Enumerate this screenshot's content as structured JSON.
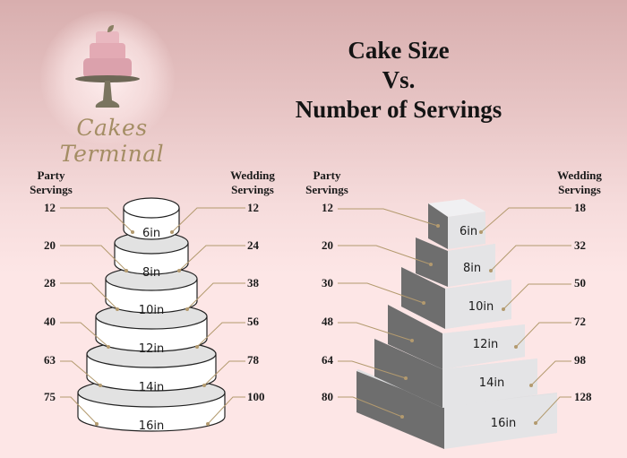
{
  "title": {
    "line1": "Cake Size",
    "line2": "Vs.",
    "line3": "Number of Servings"
  },
  "brand": {
    "name": "Cakes Terminal",
    "accent_color": "#a48d64"
  },
  "colors": {
    "leader_line": "#b39a6e",
    "cake_fill": "#ffffff",
    "cake_top": "#e2e2e2",
    "square_front": "#e4e4e6",
    "square_side": "#6e6e6e"
  },
  "round": {
    "left_header": [
      "Party",
      "Servings"
    ],
    "right_header": [
      "Wedding",
      "Servings"
    ],
    "tiers": [
      {
        "size": "6in",
        "party": "12",
        "wedding": "12"
      },
      {
        "size": "8in",
        "party": "20",
        "wedding": "24"
      },
      {
        "size": "10in",
        "party": "28",
        "wedding": "38"
      },
      {
        "size": "12in",
        "party": "40",
        "wedding": "56"
      },
      {
        "size": "14in",
        "party": "63",
        "wedding": "78"
      },
      {
        "size": "16in",
        "party": "75",
        "wedding": "100"
      }
    ]
  },
  "square": {
    "left_header": [
      "Party",
      "Servings"
    ],
    "right_header": [
      "Wedding",
      "Servings"
    ],
    "tiers": [
      {
        "size": "6in",
        "party": "12",
        "wedding": "18"
      },
      {
        "size": "8in",
        "party": "20",
        "wedding": "32"
      },
      {
        "size": "10in",
        "party": "30",
        "wedding": "50"
      },
      {
        "size": "12in",
        "party": "48",
        "wedding": "72"
      },
      {
        "size": "14in",
        "party": "64",
        "wedding": "98"
      },
      {
        "size": "16in",
        "party": "80",
        "wedding": "128"
      }
    ]
  },
  "chart_data": [
    {
      "type": "table",
      "title": "Round Cake Size Vs. Number of Servings",
      "categories": [
        "6in",
        "8in",
        "10in",
        "12in",
        "14in",
        "16in"
      ],
      "series": [
        {
          "name": "Party Servings",
          "values": [
            12,
            20,
            28,
            40,
            63,
            75
          ]
        },
        {
          "name": "Wedding Servings",
          "values": [
            12,
            24,
            38,
            56,
            78,
            100
          ]
        }
      ]
    },
    {
      "type": "table",
      "title": "Square Cake Size Vs. Number of Servings",
      "categories": [
        "6in",
        "8in",
        "10in",
        "12in",
        "14in",
        "16in"
      ],
      "series": [
        {
          "name": "Party Servings",
          "values": [
            12,
            20,
            30,
            48,
            64,
            80
          ]
        },
        {
          "name": "Wedding Servings",
          "values": [
            18,
            32,
            50,
            72,
            98,
            128
          ]
        }
      ]
    }
  ]
}
